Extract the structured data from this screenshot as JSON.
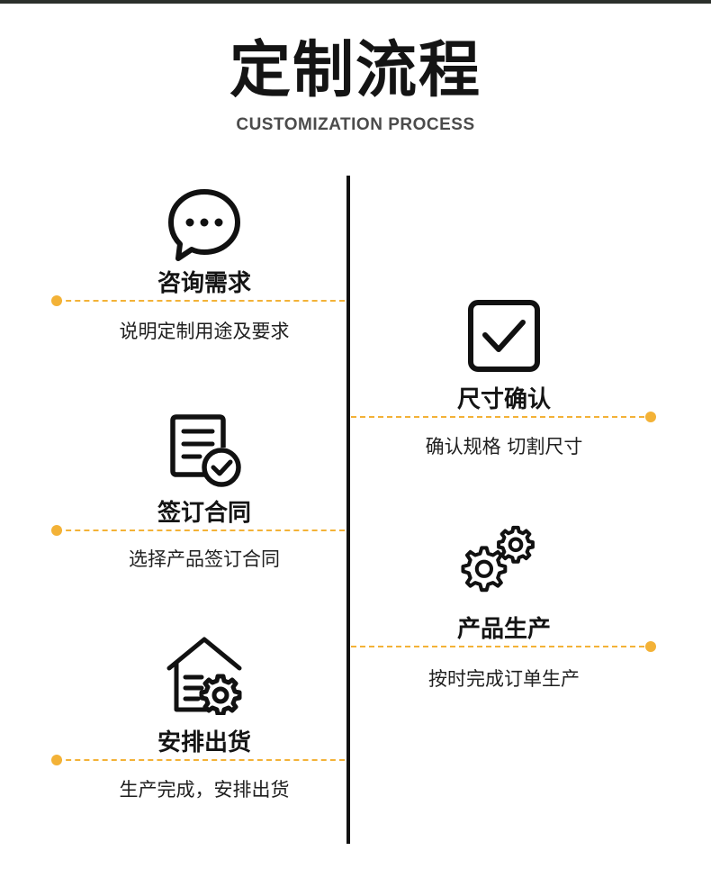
{
  "header": {
    "title": "定制流程",
    "subtitle": "CUSTOMIZATION PROCESS"
  },
  "accent_color": "#f3b237",
  "steps": [
    {
      "icon": "chat-bubble-icon",
      "title": "咨询需求",
      "desc": "说明定制用途及要求"
    },
    {
      "icon": "checkbox-icon",
      "title": "尺寸确认",
      "desc": "确认规格 切割尺寸"
    },
    {
      "icon": "contract-check-icon",
      "title": "签订合同",
      "desc": "选择产品签订合同"
    },
    {
      "icon": "gears-icon",
      "title": "产品生产",
      "desc": "按时完成订单生产"
    },
    {
      "icon": "warehouse-gear-icon",
      "title": "安排出货",
      "desc": "生产完成，安排出货"
    }
  ]
}
